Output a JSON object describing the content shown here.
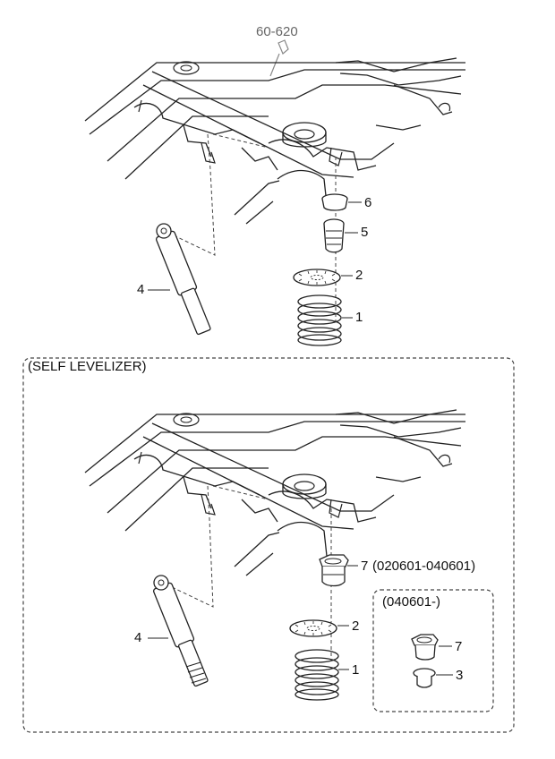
{
  "reference": "60-620",
  "section_title": "(SELF LEVELIZER)",
  "variant_box_title": "(040601-)",
  "top_callouts": {
    "coil_spring": "1",
    "spring_seat": "2",
    "shock_absorber": "4",
    "bumper_stopper": "5",
    "cap": "6"
  },
  "bottom_callouts": {
    "coil_spring": "1",
    "spring_seat": "2",
    "shock_absorber": "4",
    "bracket": "7",
    "bracket_range": "(020601-040601)",
    "variant_bracket": "7",
    "variant_part": "3"
  },
  "colors": {
    "line": "#222222",
    "reference": "#666666",
    "background": "#ffffff"
  }
}
